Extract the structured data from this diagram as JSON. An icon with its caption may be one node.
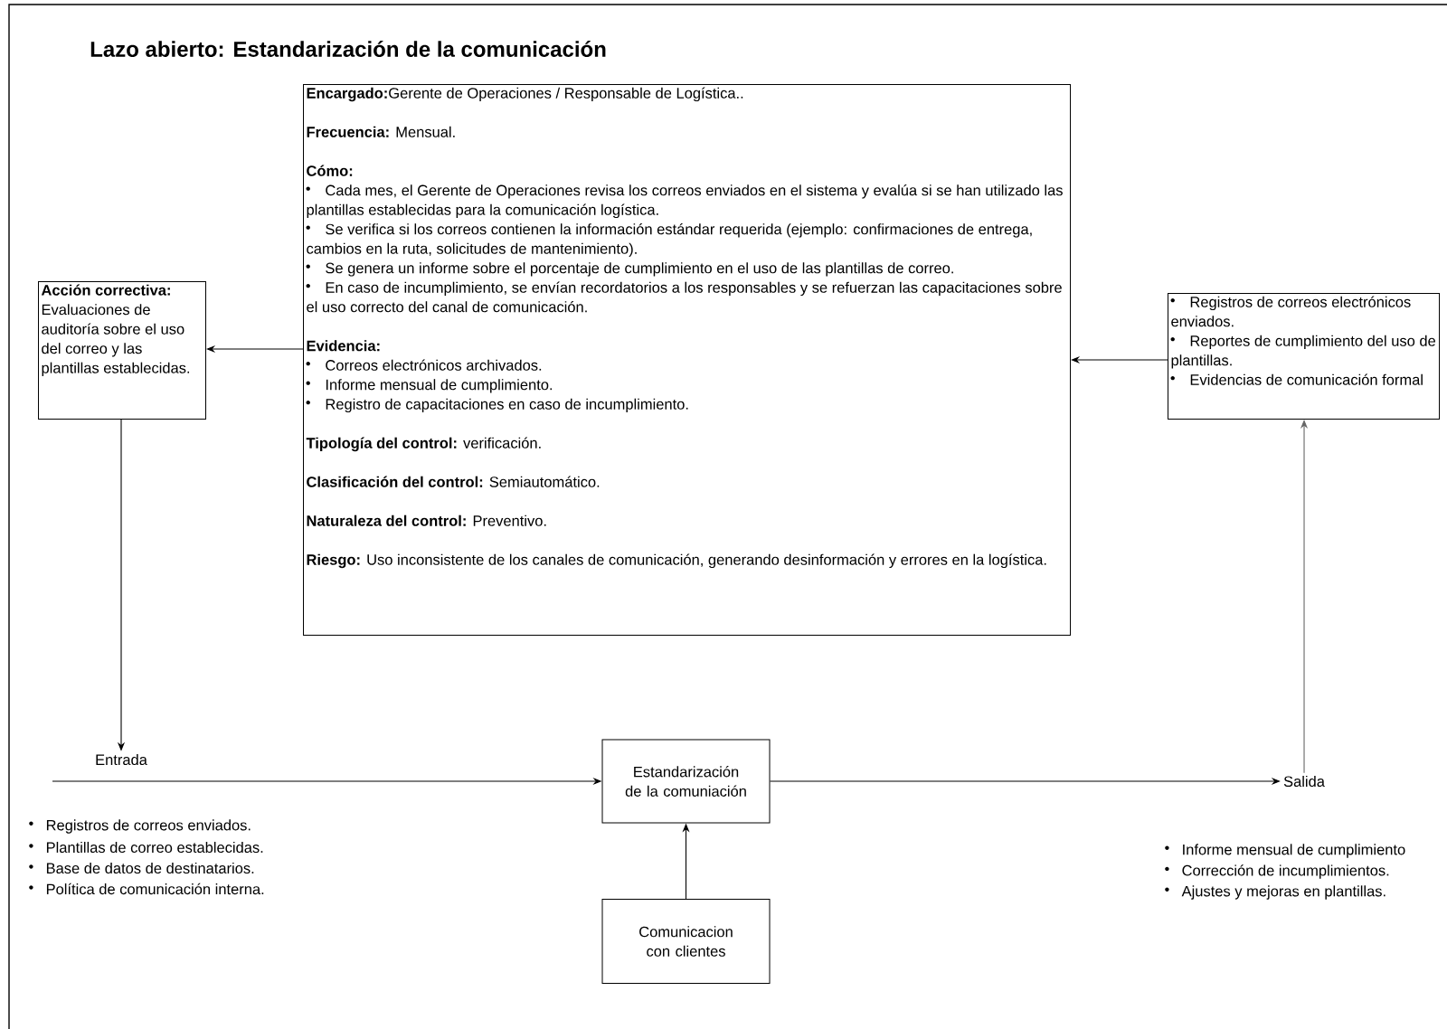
{
  "diagram": {
    "title": "Lazo abierto: Estandarización de la comunicación",
    "nodes": [
      {
        "text": [
          "**Encargado:**Gerente de Operaciones / Responsable de Logística..",
          "**Frecuencia:** Mensual.",
          "Cómo:",
          "Cada mes, el Gerente de Operaciones revisa los correos enviados en el sistema y evalúa si se han utilizado las plantillas establecidas para la comunicación logística.",
          "Se verifica si los correos contienen la información estándar requerida (ejemplo: confirmaciones de entrega, cambios en la ruta, solicitudes de mantenimiento).",
          "Se genera un informe sobre el porcentaje de cumplimiento en el uso de las plantillas de correo.",
          "En caso de incumplimiento, se envían recordatorios a los responsables y se refuerzan las capacitaciones sobre el uso correcto del canal de comunicación.",
          "Evidencia:",
          "Correos electrónicos archivados.",
          "Informe mensual de cumplimiento.",
          "Registro de capacitaciones en caso de incumplimiento.",
          "**Tipología del control:** verificación.",
          "**Clasificación del control:** Semiautomático.",
          "**Naturaleza del control:** Preventivo.",
          "**Riesgo:** Uso inconsistente de los canales de comunicación, generando desinformación y errores en la logística."
        ]
      },
      {
        "text": [
          "Acción correctiva:",
          "Evaluaciones de auditoría sobre el uso del correo y las plantillas establecidas."
        ]
      },
      {
        "text": [
          "Registros de correos electrónicos enviados.",
          "Reportes de cumplimiento del uso de plantillas.",
          "Evidencias de comunicación formal"
        ]
      },
      {
        "text": [
          "Entrada"
        ]
      },
      {
        "text": [
          "Estandarización de la comuniación"
        ]
      },
      {
        "text": [
          "Salida"
        ]
      },
      {
        "text": [
          "Comunicacion con clientes"
        ]
      }
    ],
    "edges": [
      {
        "from": 0,
        "to": 1,
        "arrow": "to"
      },
      {
        "from": 2,
        "to": 0,
        "arrow": "to"
      },
      {
        "from": 1,
        "to": 3,
        "arrow": "to"
      },
      {
        "from": null,
        "to": 4,
        "arrow": "to"
      },
      {
        "from": 4,
        "to": 5,
        "arrow": "to"
      },
      {
        "from": 5,
        "to": 2,
        "arrow": "to",
        "color": "#666666"
      },
      {
        "from": 6,
        "to": 4,
        "arrow": "to"
      }
    ],
    "labels": [
      "Registros de correos enviados.",
      "Plantillas de correo establecidas.",
      "Base de datos de destinatarios.",
      "Política de comunicación interna.",
      "Informe mensual de cumplimiento",
      "Corrección de incumplimientos.",
      "Ajustes y mejoras en plantillas."
    ]
  }
}
